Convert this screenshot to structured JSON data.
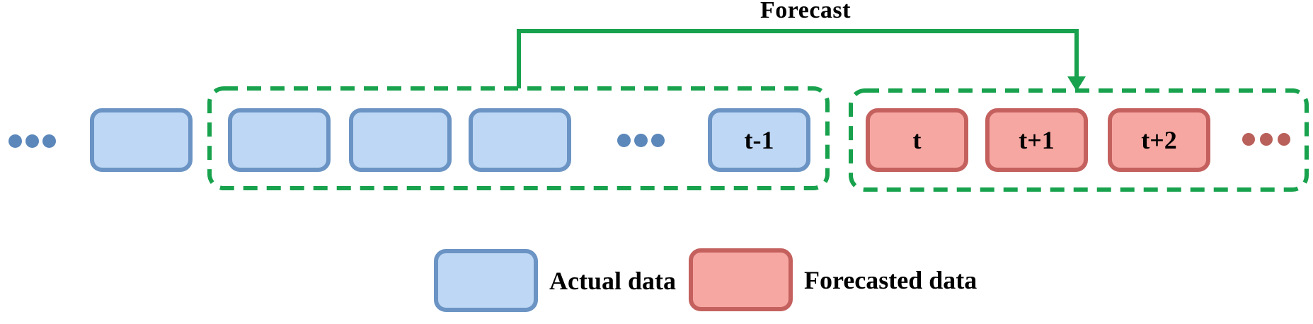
{
  "arrow": {
    "label": "Forecast"
  },
  "sequence": {
    "input_window_last_label": "t-1",
    "forecast_labels": [
      "t",
      "t+1",
      "t+2"
    ]
  },
  "legend": {
    "actual": "Actual data",
    "forecasted": "Forecasted data"
  },
  "colors": {
    "accent_green": "#18a24d",
    "actual_fill": "#bed7f4",
    "actual_border": "#6b94c4",
    "actual_dots": "#5b87ba",
    "forecast_fill": "#f7a7a1",
    "forecast_border": "#c4615e",
    "forecast_dots": "#b9605b",
    "text": "#000000"
  }
}
